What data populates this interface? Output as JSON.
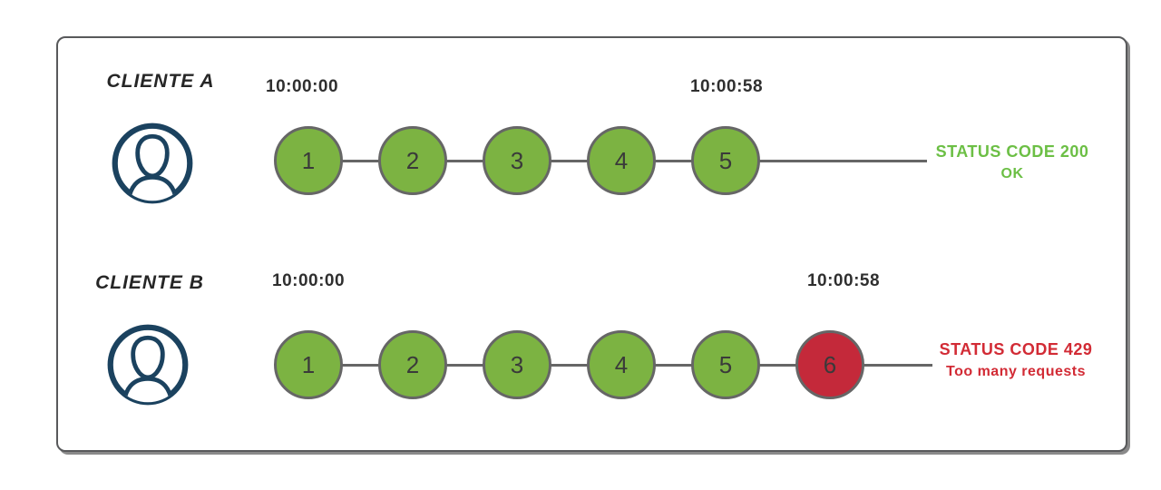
{
  "colors": {
    "success": "#7CB342",
    "success_text": "#6CBF45",
    "error": "#C4293A",
    "error_text": "#D22B35",
    "stroke": "#666666",
    "avatar": "#1B425F"
  },
  "clients": [
    {
      "label": "CLIENTE A",
      "start_time": "10:00:00",
      "end_time": "10:00:58",
      "requests": [
        {
          "n": "1",
          "state": "ok"
        },
        {
          "n": "2",
          "state": "ok"
        },
        {
          "n": "3",
          "state": "ok"
        },
        {
          "n": "4",
          "state": "ok"
        },
        {
          "n": "5",
          "state": "ok"
        }
      ],
      "status": {
        "line1": "STATUS CODE 200",
        "line2": "OK",
        "type": "success"
      }
    },
    {
      "label": "CLIENTE B",
      "start_time": "10:00:00",
      "end_time": "10:00:58",
      "requests": [
        {
          "n": "1",
          "state": "ok"
        },
        {
          "n": "2",
          "state": "ok"
        },
        {
          "n": "3",
          "state": "ok"
        },
        {
          "n": "4",
          "state": "ok"
        },
        {
          "n": "5",
          "state": "ok"
        },
        {
          "n": "6",
          "state": "blocked"
        }
      ],
      "status": {
        "line1": "STATUS CODE 429",
        "line2": "Too many requests",
        "type": "error"
      }
    }
  ]
}
